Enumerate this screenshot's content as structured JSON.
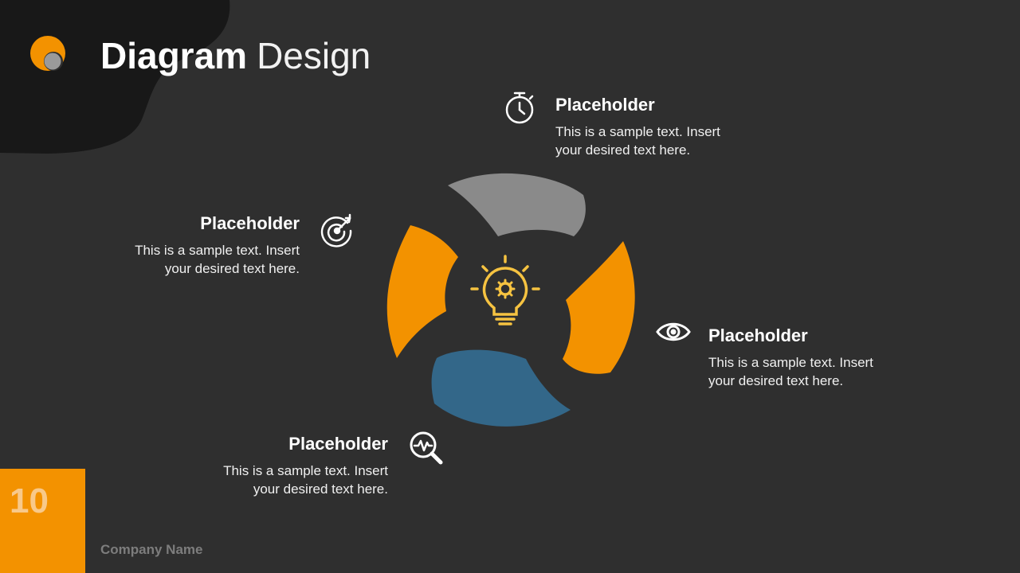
{
  "title": {
    "bold": "Diagram",
    "light": "Design"
  },
  "colors": {
    "background": "#2f2f2f",
    "corner_shape": "#181818",
    "accent_orange": "#f39200",
    "gray_segment": "#8a8a8a",
    "blue_segment": "#336789",
    "bulb": "#f6c341"
  },
  "items": [
    {
      "heading": "Placeholder",
      "text": "This is a sample text. Insert your desired text here.",
      "icon": "stopwatch-icon"
    },
    {
      "heading": "Placeholder",
      "text": "This is a sample text. Insert your desired text here.",
      "icon": "target-icon"
    },
    {
      "heading": "Placeholder",
      "text": "This is a sample text. Insert your desired text here.",
      "icon": "eye-icon"
    },
    {
      "heading": "Placeholder",
      "text": "This is a sample text. Insert your desired text here.",
      "icon": "magnifier-pulse-icon"
    }
  ],
  "center_icon": "lightbulb-gear-icon",
  "footer": {
    "page_number": "10",
    "company": "Company Name"
  }
}
